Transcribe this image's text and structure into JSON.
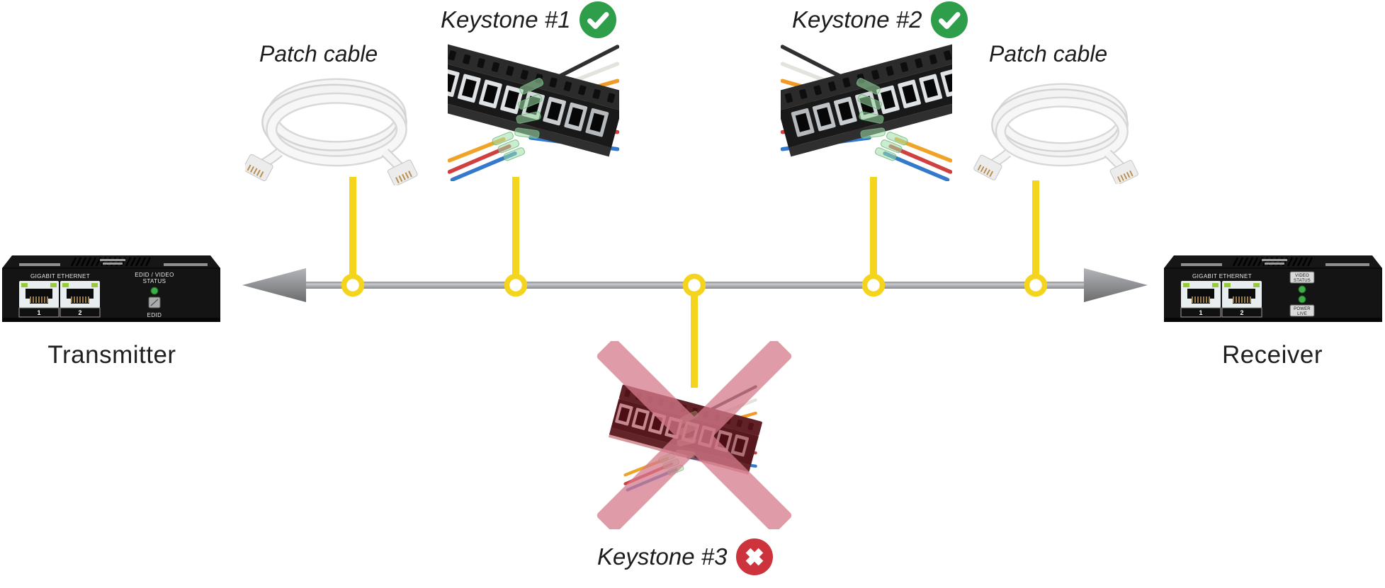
{
  "labels": {
    "patch_cable_left": "Patch cable",
    "keystone_1": "Keystone #1",
    "keystone_2": "Keystone #2",
    "keystone_3": "Keystone #3",
    "patch_cable_right": "Patch cable",
    "transmitter": "Transmitter",
    "receiver": "Receiver"
  },
  "devices": {
    "transmitter": {
      "ethernet_label": "GIGABIT ETHERNET",
      "port_1": "1",
      "port_2": "2",
      "status_line_1": "EDID / VIDEO",
      "status_line_2": "STATUS",
      "edid_button": "EDID"
    },
    "receiver": {
      "ethernet_label": "GIGABIT ETHERNET",
      "port_1": "1",
      "port_2": "2",
      "video_status_line_1": "VIDEO",
      "video_status_line_2": "STATUS",
      "power_live_line_1": "POWER",
      "power_live_line_2": "LIVE"
    }
  },
  "icons": {
    "keystone_1_status": "check-circle-green",
    "keystone_2_status": "check-circle-green",
    "keystone_3_status": "cross-circle-red"
  },
  "colors": {
    "connector_yellow": "#F5D41E",
    "cable_gray": "#A7A9AC",
    "ok_green": "#2E9E4A",
    "error_red": "#CD333D",
    "x_overlay_pink": "#D57A8B"
  }
}
